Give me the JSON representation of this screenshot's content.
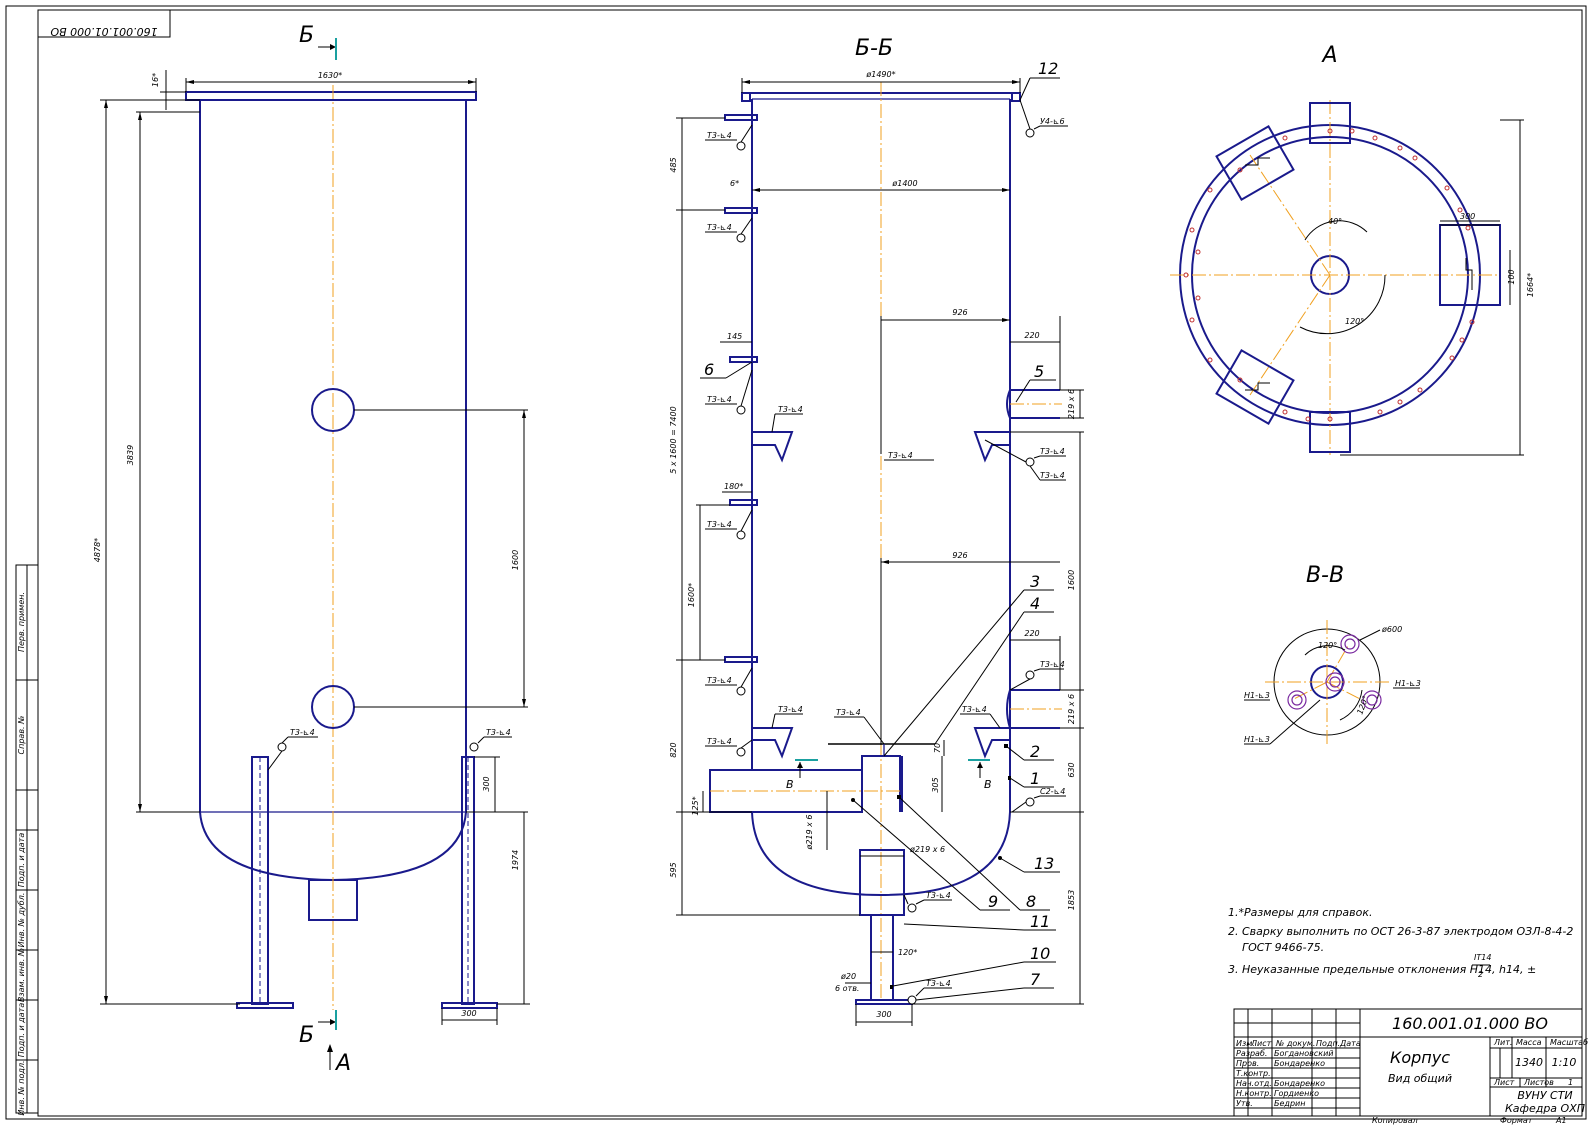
{
  "drawing_code": "160.001.01.000 ВО",
  "sections": {
    "bb_top": "Б",
    "bb_bottom": "Б",
    "view_a": "А",
    "arrow_a": "А",
    "bb": "Б-Б",
    "vv": "В-В",
    "b_arrow": "В"
  },
  "left_view": {
    "d_top": "1630*",
    "d_16": "16*",
    "d_height": "4878*",
    "d_inner": "3839",
    "d_1600": "1600",
    "d_300v": "300",
    "d_1974": "1974",
    "d_300h": "300",
    "weld": "Т3-⊾4"
  },
  "section_bb": {
    "d_1490": "ø1490*",
    "d_1400": "ø1400",
    "d_485": "485",
    "d_6": "6*",
    "d_926a": "926",
    "d_220a": "220",
    "d_145": "145",
    "d_stack": "5 x 1600 = 7400",
    "d_180": "180*",
    "d_1600v": "1600*",
    "d_926b": "926",
    "d_220b": "220",
    "d_219a": "219 x 6",
    "d_219b": "219 x 6",
    "d_1600r": "1600",
    "d_820": "820",
    "d_125": "125*",
    "d_305": "305",
    "d_70": "70",
    "d_630": "630",
    "d_595": "595",
    "d_219c": "ø219 x 6",
    "d_219d": "ø219 x 6",
    "d_120": "120*",
    "d_20": "ø20",
    "d_6otv": "6 отв.",
    "d_300": "300",
    "d_1853": "1853",
    "weld": "Т3-⊾4",
    "weld_u4": "У4-⊾6",
    "weld_c2": "С2-⊾4",
    "callouts": [
      "12",
      "6",
      "5",
      "3",
      "4",
      "2",
      "1",
      "13",
      "9",
      "8",
      "11",
      "10",
      "7"
    ]
  },
  "view_a": {
    "d_300": "300",
    "d_1664": "1664*",
    "d_100": "100",
    "d_120": "120°",
    "d_40": "40°"
  },
  "view_vv": {
    "d_600": "ø600",
    "d_120a": "120°",
    "d_120b": "120°",
    "weld_h1": "Н1-⊾3"
  },
  "notes": [
    "1.*Размеры для справок.",
    "2. Сварку выполнить по ОСТ 26-3-87  электродом ОЗЛ-8-4-2",
    "ГОСТ 9466-75.",
    "3. Неуказанные предельные отклонения Н14, h14, ±",
    "IT14",
    "2"
  ],
  "title_block": {
    "code": "160.001.01.000 ВО",
    "name": "Корпус",
    "subname": "Вид общий",
    "lit": "Лит.",
    "massa_h": "Масса",
    "scale_h": "Масштаб",
    "massa": "1340",
    "scale": "1:10",
    "sheet": "Лист",
    "sheets": "Листов",
    "sheets_n": "1",
    "org1": "ВУНУ СТИ",
    "org2": "Кафедра ОХП",
    "copied": "Копировал",
    "format": "Формат",
    "format_v": "А1",
    "cols": [
      "Изм.",
      "Лист",
      "№ докум.",
      "Подп.",
      "Дата"
    ],
    "roles": [
      "Разраб.",
      "Пров.",
      "Т.контр.",
      "Н.контр.",
      "Утв."
    ],
    "names": [
      "Богдановский",
      "Бондаренко",
      "",
      "Бондаренко",
      "Гордиенко",
      "Бедрин"
    ],
    "role_extra": "Нач.отд."
  },
  "side_strip": [
    "Перв. примен.",
    "Справ. №",
    "Подп. и дата",
    "Инв. № дубл.",
    "Взам. инв. №",
    "Подп. и дата",
    "Инв. № подл."
  ]
}
